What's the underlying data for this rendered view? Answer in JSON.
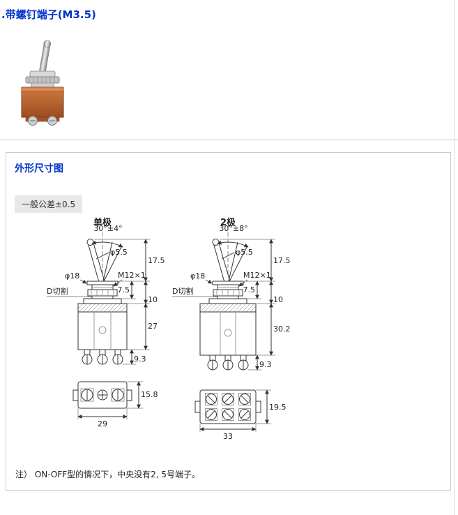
{
  "page": {
    "title": ".带螺钉端子(M3.5)"
  },
  "colors": {
    "heading": "#0033cc",
    "tolerance_bg": "#e8e8e8",
    "box_border": "#c9c9c9",
    "switch_body": "#b45f2f"
  },
  "section": {
    "title": "外形尺寸图",
    "tolerance": "一般公差±0.5",
    "note": "注） ON-OFF型的情况下，中央没有2, 5号端子。"
  },
  "drawings": {
    "single_pole": {
      "title": "单极",
      "angle": "30°±4°",
      "lever_dia": "φ5.5",
      "mount_dia": "φ18",
      "thread": "M12×1",
      "lever_height": "17.5",
      "d_cut": "D切割",
      "bushing_height": "7.5",
      "neck_height": "10",
      "body_height": "27",
      "terminal_height": "9.3",
      "base_depth": "15.8",
      "base_width": "29"
    },
    "two_pole": {
      "title": "2极",
      "angle": "30°±8°",
      "lever_dia": "φ5.5",
      "mount_dia": "φ18",
      "thread": "M12×1",
      "lever_height": "17.5",
      "d_cut": "D切割",
      "bushing_height": "7.5",
      "neck_height": "10",
      "body_height": "30.2",
      "terminal_height": "9.3",
      "base_depth": "19.5",
      "base_width": "33"
    }
  }
}
